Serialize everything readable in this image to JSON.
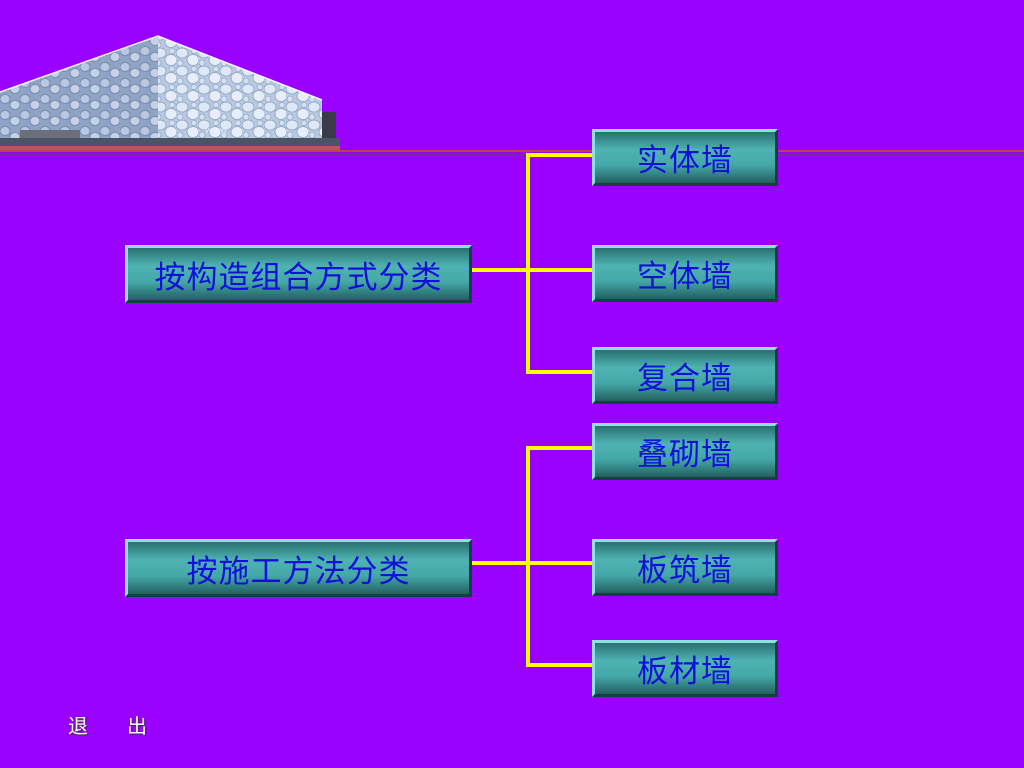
{
  "categories": [
    {
      "label": "按构造组合方式分类",
      "items": [
        "实体墙",
        "空体墙",
        "复合墙"
      ]
    },
    {
      "label": "按施工方法分类",
      "items": [
        "叠砌墙",
        "板筑墙",
        "板材墙"
      ]
    }
  ],
  "footer": {
    "exit_char_1": "退",
    "exit_char_2": "出"
  },
  "colors": {
    "background": "#9900ff",
    "connector": "#ffff00",
    "box_text": "#1010d8"
  },
  "icons": {
    "banner": "water-cube-building-photo"
  }
}
